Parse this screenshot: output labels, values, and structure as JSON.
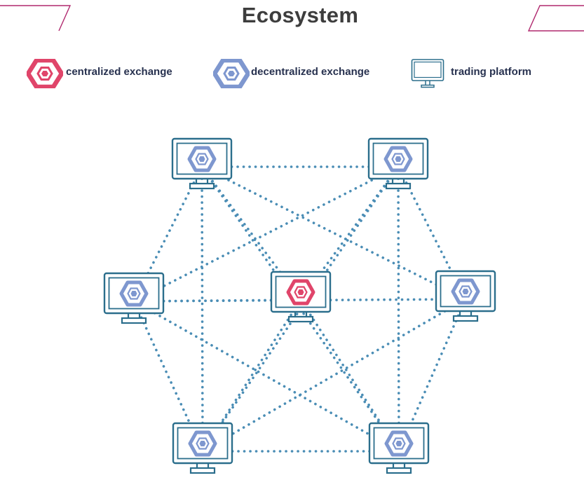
{
  "title": "Ecosystem",
  "colors": {
    "title": "#3d3d3d",
    "legend_text": "#27314f",
    "accent": "#b0286e",
    "centralized": "#e0456a",
    "decentralized": "#7e97cf",
    "platform": "#2b6e8c",
    "link": "#4a8db5"
  },
  "legend": {
    "centralized": {
      "label": "centralized exchange",
      "icon": "hexagon-red-icon"
    },
    "decentralized": {
      "label": "decentralized exchange",
      "icon": "hexagon-blue-icon"
    },
    "platform": {
      "label": "trading platform",
      "icon": "monitor-icon"
    }
  },
  "nodes": [
    {
      "id": "top-left",
      "type": "decentralized"
    },
    {
      "id": "top-right",
      "type": "decentralized"
    },
    {
      "id": "mid-left",
      "type": "decentralized"
    },
    {
      "id": "center",
      "type": "centralized"
    },
    {
      "id": "mid-right",
      "type": "decentralized"
    },
    {
      "id": "bottom-left",
      "type": "decentralized"
    },
    {
      "id": "bottom-right",
      "type": "decentralized"
    }
  ],
  "edges": [
    [
      "top-left",
      "top-right"
    ],
    [
      "top-left",
      "mid-left"
    ],
    [
      "top-left",
      "center"
    ],
    [
      "top-left",
      "mid-right"
    ],
    [
      "top-left",
      "bottom-left"
    ],
    [
      "top-left",
      "bottom-right"
    ],
    [
      "top-right",
      "mid-left"
    ],
    [
      "top-right",
      "center"
    ],
    [
      "top-right",
      "mid-right"
    ],
    [
      "top-right",
      "bottom-left"
    ],
    [
      "top-right",
      "bottom-right"
    ],
    [
      "mid-left",
      "center"
    ],
    [
      "mid-left",
      "mid-right"
    ],
    [
      "mid-left",
      "bottom-left"
    ],
    [
      "mid-left",
      "bottom-right"
    ],
    [
      "center",
      "bottom-left"
    ],
    [
      "center",
      "bottom-right"
    ],
    [
      "mid-right",
      "bottom-left"
    ],
    [
      "mid-right",
      "bottom-right"
    ],
    [
      "bottom-left",
      "bottom-right"
    ]
  ]
}
